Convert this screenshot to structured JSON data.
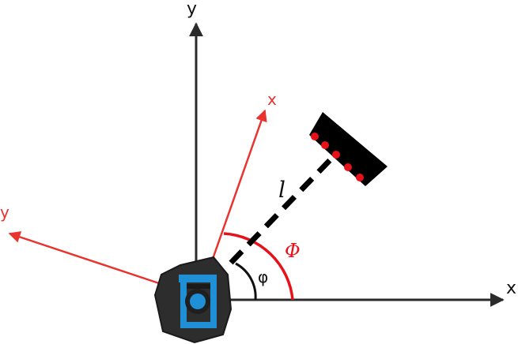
{
  "labels": {
    "world_x": "x",
    "world_y": "y",
    "robot_x": "x",
    "robot_y": "y",
    "length": "l",
    "big_phi": "Φ",
    "small_phi": "φ"
  },
  "colors": {
    "world_axes": "#2b2b2b",
    "robot_axes": "#e8332f",
    "phi_arc": "#e8111a",
    "angle_arc": "#111111",
    "dashed_line": "#000000",
    "sensor_bar": "#000000",
    "sensor_dots": "#e8111a",
    "robot_body": "#2d2d2d",
    "robot_accent": "#1f8fd6"
  }
}
